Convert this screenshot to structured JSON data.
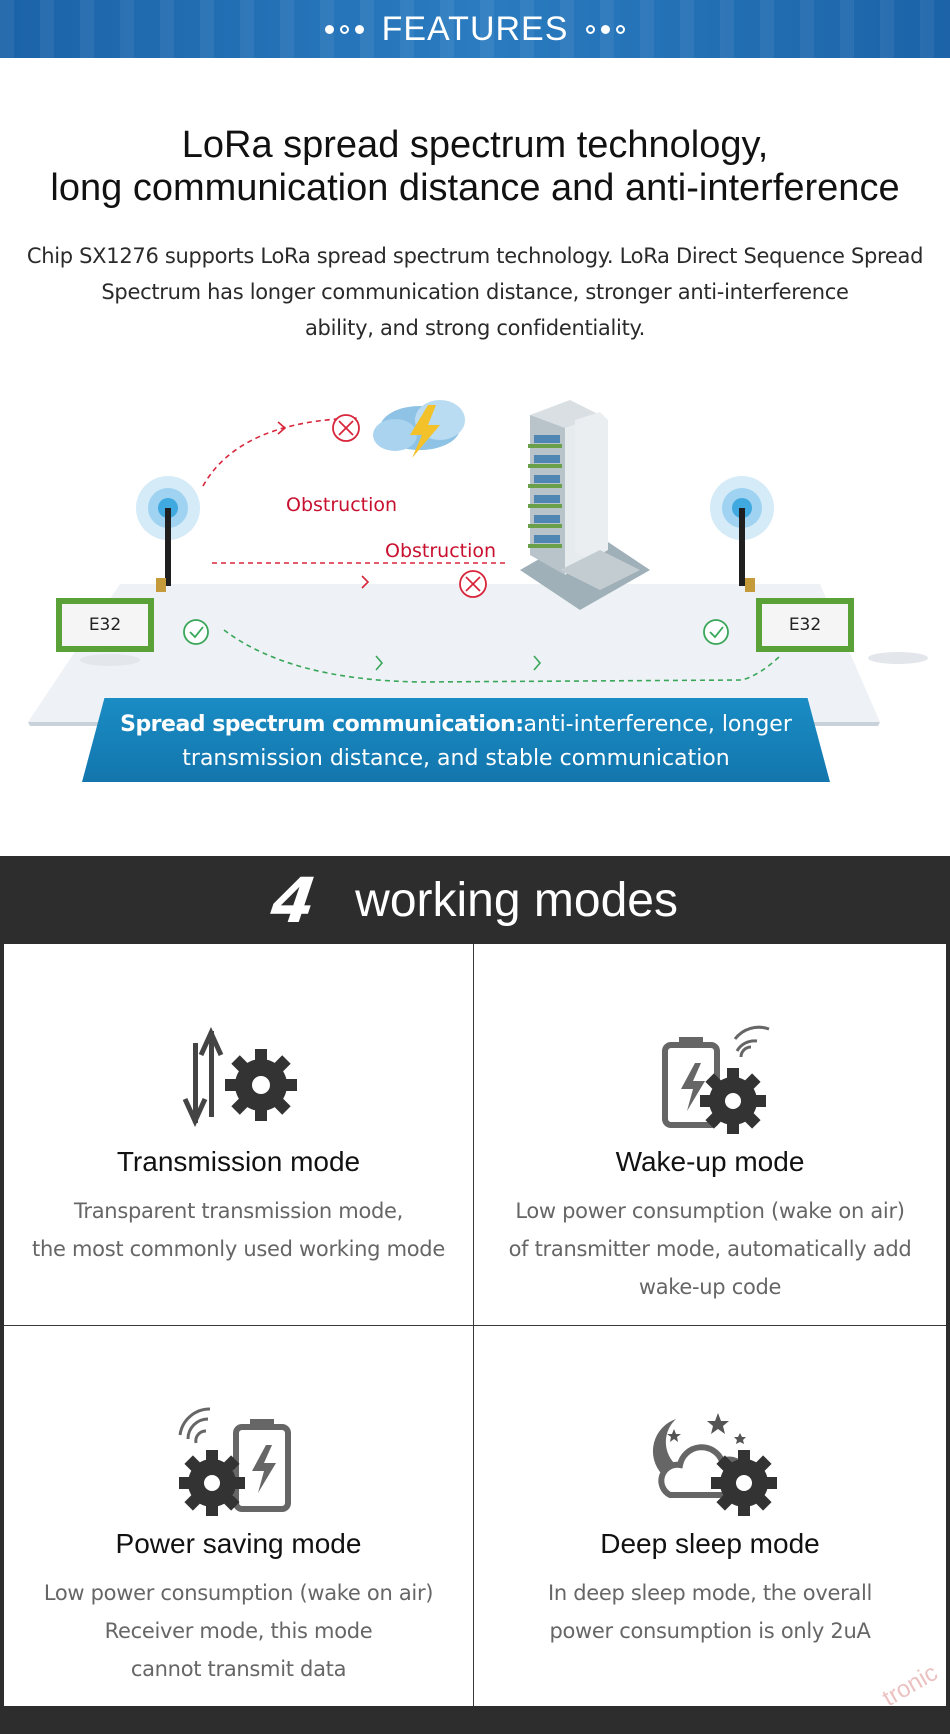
{
  "banner": {
    "title": "FEATURES"
  },
  "lora": {
    "heading_line1": "LoRa spread spectrum technology,",
    "heading_line2": "long communication distance and anti-interference",
    "desc_line1": "Chip SX1276 supports LoRa spread spectrum technology. LoRa Direct Sequence Spread",
    "desc_line2": "Spectrum  has longer communication distance, stronger anti-interference",
    "desc_line3": "ability, and strong confidentiality."
  },
  "diagram": {
    "obstruction_1": "Obstruction",
    "obstruction_2": "Obstruction",
    "module_left": "E32",
    "module_right": "E32",
    "banner_strong": "Spread spectrum communication:",
    "banner_rest": "anti-interference, longer",
    "banner_line2": "transmission distance, and stable communication",
    "colors": {
      "blocked_path": "#d8263b",
      "clear_path": "#3aa65a",
      "banner": "#1580b8",
      "module_border": "#5aa238"
    }
  },
  "modes": {
    "number": "4",
    "title": "working modes",
    "items": [
      {
        "title": "Transmission mode",
        "desc": [
          "Transparent transmission mode,",
          "the most commonly used working mode"
        ],
        "icon": "transmission-gear-icon"
      },
      {
        "title": "Wake-up mode",
        "desc": [
          "Low power consumption (wake on air)",
          "of transmitter mode, automatically add",
          "wake-up code"
        ],
        "icon": "battery-signal-gear-icon"
      },
      {
        "title": "Power saving mode",
        "desc": [
          "Low power consumption (wake on air)",
          "Receiver mode, this mode",
          "cannot transmit data"
        ],
        "icon": "signal-gear-battery-icon"
      },
      {
        "title": "Deep sleep mode",
        "desc": [
          "In deep sleep mode, the overall",
          "power consumption is only 2uA"
        ],
        "icon": "moon-cloud-gear-icon"
      }
    ],
    "watermark": "tronic"
  }
}
